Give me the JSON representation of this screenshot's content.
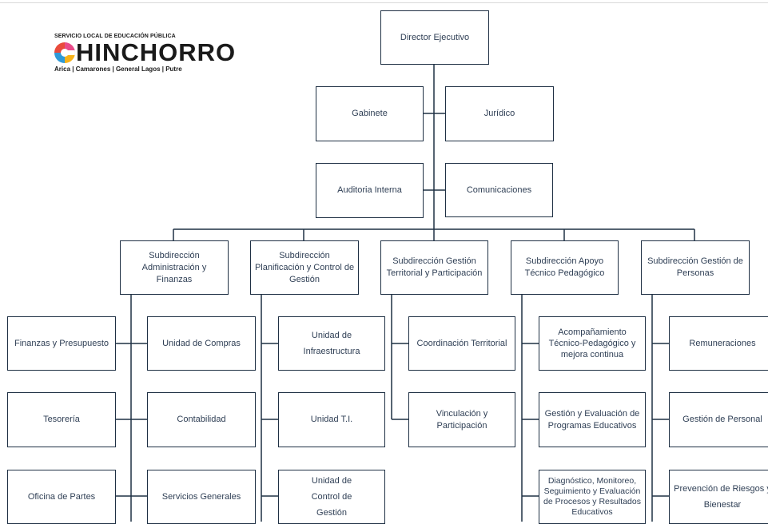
{
  "logo": {
    "top": "SERVICIO LOCAL DE EDUCACIÓN PÚBLICA",
    "main": "HINCHORRO",
    "sub": "Arica | Camarones | General Lagos | Putre"
  },
  "org": {
    "director": "Director Ejecutivo",
    "gabinete": "Gabinete",
    "juridico": "Jurídico",
    "auditoria": "Auditoria Interna",
    "comunicaciones": "Comunicaciones",
    "subdirecciones": [
      {
        "title": "Subdirección Administración y Finanzas",
        "units": [
          "Finanzas y Presupuesto",
          "Tesorería",
          "Oficina de Partes",
          "Unidad de Compras",
          "Contabilidad",
          "Servicios Generales"
        ]
      },
      {
        "title": "Subdirección Planificación y Control de Gestión",
        "units": [
          "Unidad de Infraestructura",
          "Unidad T.I.",
          "Unidad de Control de Gestión"
        ]
      },
      {
        "title": "Subdirección Gestión Territorial y Participación",
        "units": [
          "Coordinación Territorial",
          "Vinculación y Participación"
        ]
      },
      {
        "title": "Subdirección Apoyo Técnico Pedagógico",
        "units": [
          "Acompañamiento Técnico-Pedagógico y mejora continua",
          "Gestión y Evaluación de Programas Educativos",
          "Diagnóstico, Monitoreo, Seguimiento y Evaluación de Procesos y Resultados Educativos"
        ]
      },
      {
        "title": "Subdirección Gestión de Personas",
        "units": [
          "Remuneraciones",
          "Gestión de Personal",
          "Prevención de Riesgos y Bienestar"
        ]
      }
    ]
  }
}
